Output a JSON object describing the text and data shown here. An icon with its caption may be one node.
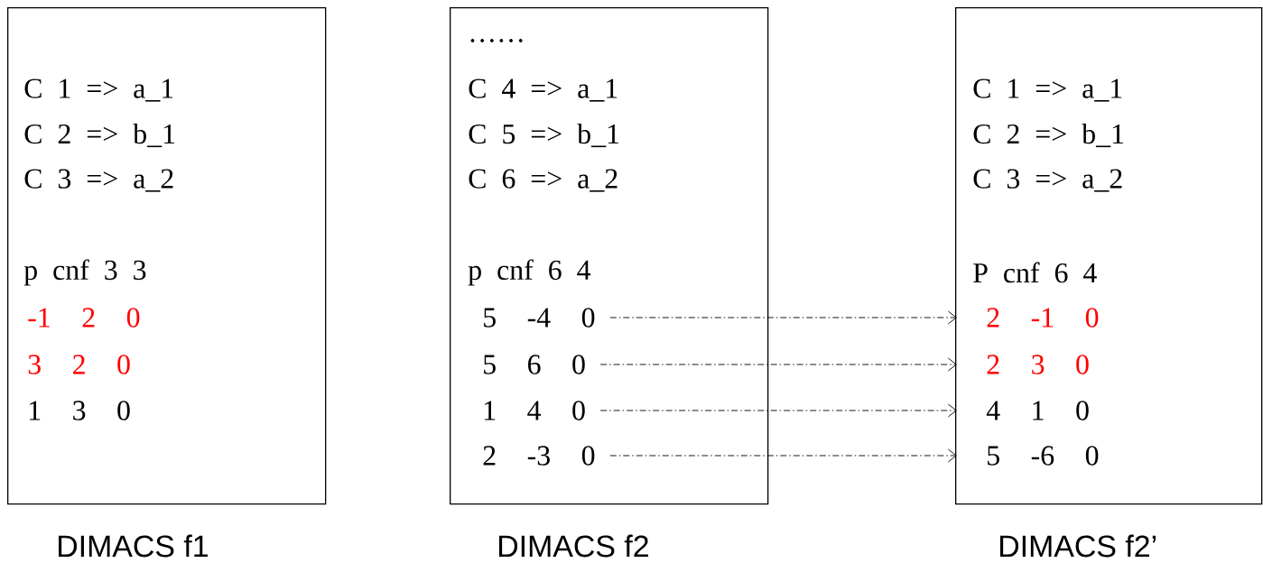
{
  "diagram": {
    "nodes": [
      {
        "text": [
          "C 1 => a_1",
          "C 2 => b_1",
          "C 3 => a_2",
          "p cnf 3 3"
        ],
        "beside": [
          "DIMACS  f1"
        ]
      },
      {
        "text": [
          "-1 2 0"
        ],
        "in": 0
      },
      {
        "text": [
          "3 2 0"
        ],
        "in": 0
      },
      {
        "text": [
          "1 3 0"
        ],
        "in": 0
      },
      {
        "text": [
          "……",
          "C 4 => a_1",
          "C 5 => b_1",
          "C 6 => a_2",
          "p cnf 6 4"
        ],
        "beside": [
          "DIMACS  f2"
        ]
      },
      {
        "text": [
          "5 -4 0"
        ],
        "in": 4
      },
      {
        "text": [
          "5 6 0"
        ],
        "in": 4
      },
      {
        "text": [
          "1 4 0"
        ],
        "in": 4
      },
      {
        "text": [
          "2 -3 0"
        ],
        "in": 4
      },
      {
        "text": [
          "C 1 => a_1",
          "C 2 => b_1",
          "C 3 => a_2",
          "P cnf 6 4"
        ],
        "beside": [
          "DIMACS  f2’"
        ]
      },
      {
        "text": [
          "2 -1 0"
        ],
        "in": 9
      },
      {
        "text": [
          "2 3 0"
        ],
        "in": 9
      },
      {
        "text": [
          "4 1 0"
        ],
        "in": 9
      },
      {
        "text": [
          "5 -6 0"
        ],
        "in": 9
      }
    ],
    "edges": [
      {
        "from": 5,
        "to": 10,
        "arrow": "to",
        "style": "dashed"
      },
      {
        "from": 6,
        "to": 11,
        "arrow": "to",
        "style": "dashed"
      },
      {
        "from": 7,
        "to": 12,
        "arrow": "to",
        "style": "dashed"
      },
      {
        "from": 8,
        "to": 13,
        "arrow": "to",
        "style": "dashed"
      }
    ]
  }
}
